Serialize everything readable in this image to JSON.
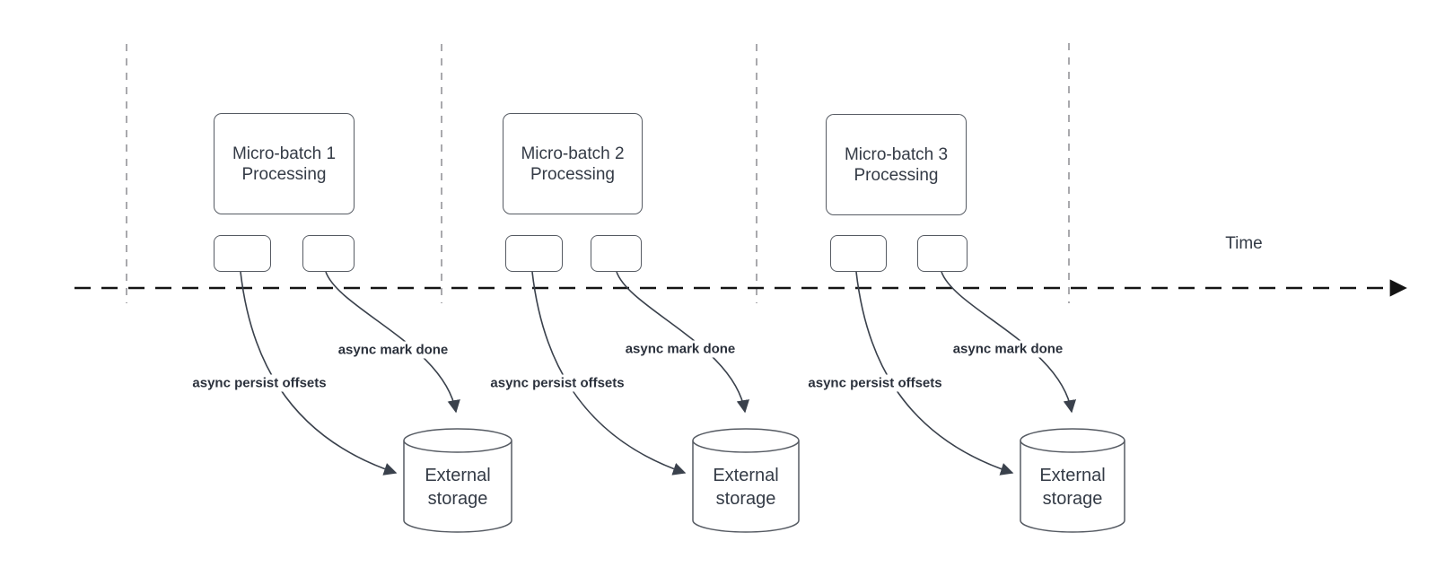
{
  "diagram": {
    "time_axis_label": "Time",
    "storage_label": "External storage",
    "colors": {
      "shape_stroke": "#565b63",
      "text": "#343b46",
      "label_text": "#2b313c",
      "arrow": "#3a414c",
      "axis": "#141414",
      "guide": "#a9a9ad",
      "background": "#ffffff"
    },
    "groups": [
      {
        "box_title_line1": "Micro-batch 1",
        "box_title_line2": "Processing",
        "persist_label": "async persist offsets",
        "mark_done_label": "async mark done",
        "storage_line1": "External",
        "storage_line2": "storage"
      },
      {
        "box_title_line1": "Micro-batch 2",
        "box_title_line2": "Processing",
        "persist_label": "async persist offsets",
        "mark_done_label": "async mark done",
        "storage_line1": "External",
        "storage_line2": "storage"
      },
      {
        "box_title_line1": "Micro-batch 3",
        "box_title_line2": "Processing",
        "persist_label": "async persist offsets",
        "mark_done_label": "async mark done",
        "storage_line1": "External",
        "storage_line2": "storage"
      }
    ]
  }
}
